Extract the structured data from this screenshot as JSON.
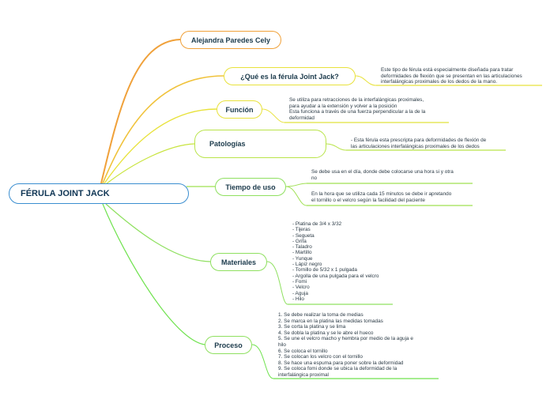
{
  "central_topic": "FÉRULA JOINT JACK",
  "branches": {
    "author": {
      "label": "Alejandra Paredes Cely"
    },
    "what": {
      "label": "¿Qué es la férula Joint Jack?",
      "note": "Este tipo de férula está especialmente diseñada para tratar\ndeformidades de flexión que se presentan en las articulaciones\ninterfalángicas proximales de los dedos de la mano."
    },
    "function": {
      "label": "Función",
      "note": "Se utiliza para retracciones de la interfalángicas proximales,\npara ayudar a la extensión y volver a la posición\nEsta funciona a través de una fuerza perpendicular a la de la\ndeformidad"
    },
    "pathologies": {
      "label": "Patologías",
      "note": "- Esta férula esta prescripta para deformidades de flexión de\nlas articulaciones interfalángicas proximales de los dedos"
    },
    "usage_time": {
      "label": "Tiempo de uso",
      "note_1": "Se debe usa en el día, donde debe colocarse una hora si y otra\nno",
      "note_2": "En la hora que se utiliza cada 15 minutos se debe ir apretando\nel tornillo o el velcro según la facilidad del paciente"
    },
    "materials": {
      "label": "Materiales",
      "note": "- Platina de 3/4 x 3/32\n- Tijeras\n- Segueta\n- Grifa\n- Taladro\n- Martillo\n- Yunque\n- Lápiz negro\n- Tornillo de 5/32 x 1 pulgada\n- Argolla de una pulgada para el velcro\n- Fomi\n- Velcro\n- Aguja\n- Hilo"
    },
    "process": {
      "label": "Proceso",
      "note": "1. Se debe realizar la toma de medias\n2. Se marca en la platina las medidas tomadas\n3. Se corta la platina y se lima\n4. Se dobla la platina y se le abre el hueco\n5. Se une el velcro macho y hembra por medio de la aguja e\nhilo\n6. Se coloca el tornillo\n7. Se colocan los velcro con el tornillo\n8. Se hace una espuma para poner sobre la deformidad\n9. Se coloca fomi donde se ubica la deformidad de la\ninterfalángica proximal"
    }
  },
  "colors": {
    "root_border": "#3b8ed0",
    "orange": "#f0a13a",
    "yellow": "#e8e23c",
    "lime": "#b9e44a",
    "green": "#8fe060"
  }
}
